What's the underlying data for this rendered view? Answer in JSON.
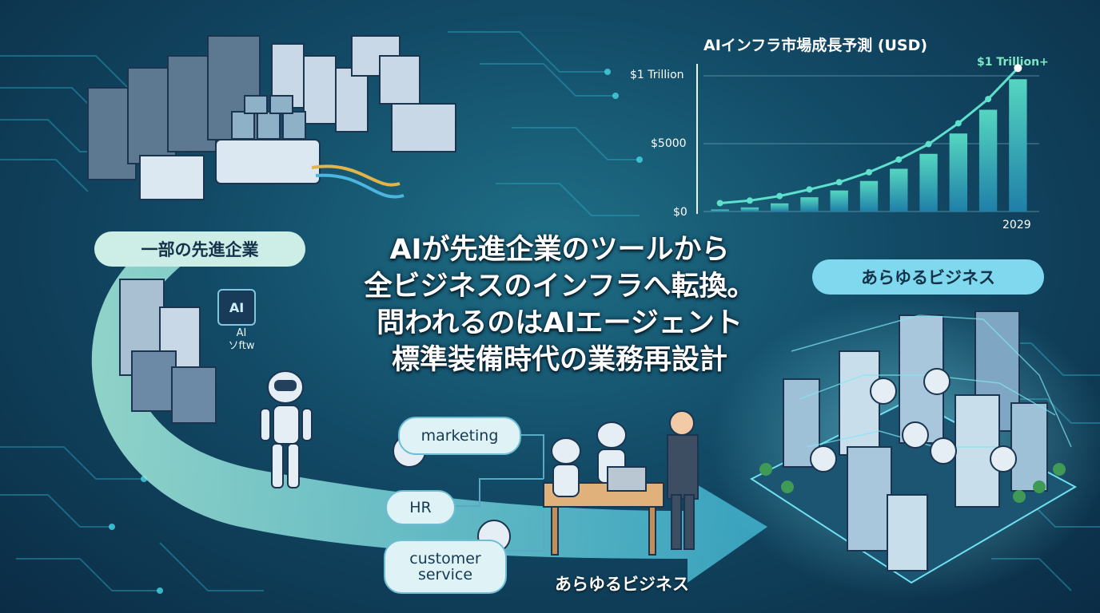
{
  "colors": {
    "accent": "#2fd0c8",
    "bar_top": "#55d6c0",
    "bar_bottom": "#1f7fa8",
    "arrow": "#9fe3de"
  },
  "labels": {
    "left_pill": "一部の先進企業",
    "right_pill": "あらゆるビジネス",
    "bottom": "あらゆるビジネス",
    "ai_chip": "AI",
    "ai_software": "AI\nソftw"
  },
  "headline": [
    "AIが先進企業のツールから",
    "全ビジネスのインフラへ転換。",
    "問われるのはAIエージェント",
    "標準装備時代の業務再設計"
  ],
  "departments": {
    "marketing": "marketing",
    "hr": "HR",
    "customer_service": "customer\nservice"
  },
  "chart_data": {
    "type": "bar",
    "title": "AIインフラ市場成長予測 (USD)",
    "y_tick_labels": [
      "$0",
      "$5000",
      "$1 Trillion"
    ],
    "x_tick_labels": [
      "2029"
    ],
    "peak_label": "$1 Trillion+",
    "values": [
      0.3,
      0.6,
      1.2,
      2.1,
      3.1,
      4.5,
      6.3,
      8.5,
      11.5,
      15,
      19.5
    ],
    "ylim": [
      0,
      20
    ]
  }
}
